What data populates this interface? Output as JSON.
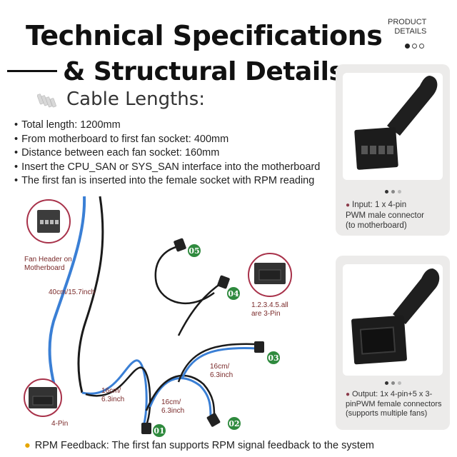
{
  "header": {
    "title_line1": "Technical Specifications",
    "title_line2": "& Structural Details",
    "product_details_line1": "PRODUCT",
    "product_details_line2": "DETAILS"
  },
  "cable_lengths": {
    "heading": "Cable Lengths:",
    "items": [
      "Total length: 1200mm",
      "From motherboard to first fan socket: 400mm",
      "Distance between each fan socket: 160mm",
      "Insert the CPU_SAN or SYS_SAN interface into the motherboard",
      "The first fan is inserted into the female socket with RPM reading"
    ]
  },
  "diagram": {
    "fan_header_label_1": "Fan Header on",
    "fan_header_label_2": "Motherboard",
    "cable_40cm": "40cm/15.7inch",
    "seg_a_1": "16cm/",
    "seg_a_2": "6.3inch",
    "seg_b_1": "16cm/",
    "seg_b_2": "6.3inch",
    "seg_c_1": "16cm/",
    "seg_c_2": "6.3inch",
    "pin_note_1": "1.2.3.4.5.all",
    "pin_note_2": "are 3-Pin",
    "four_pin": "4-Pin",
    "sockets": [
      "01",
      "02",
      "03",
      "04",
      "05"
    ]
  },
  "panels": [
    {
      "caption_1": "Input: 1 x 4-pin",
      "caption_2": "PWM male connector",
      "caption_3": "(to motherboard)"
    },
    {
      "caption_1": "Output: 1x 4-pin+5 x 3-",
      "caption_2": "pinPWM female connectors",
      "caption_3": "(supports multiple fans)"
    }
  ],
  "footer": {
    "rpm_note": "RPM Feedback: The first fan supports RPM signal feedback to the system"
  },
  "colors": {
    "badge_green": "#2f8a3e",
    "cable_blue": "#3a7fd5",
    "cable_black": "#1a1a1a",
    "panel_bg": "#ecebea",
    "label_red": "#7a2a2a"
  }
}
